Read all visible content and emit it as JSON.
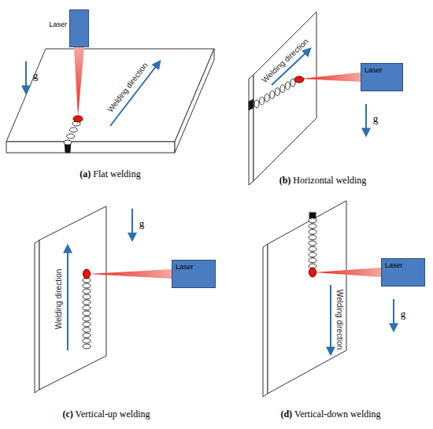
{
  "diagram": {
    "nodes": [
      {
        "text": [
          "Laser"
        ]
      },
      {
        "text": [
          "Laser"
        ]
      },
      {
        "text": [
          "Laser"
        ]
      },
      {
        "text": [
          "Laser"
        ]
      }
    ],
    "labels": [
      "Welding direction",
      "g",
      "Welding direction",
      "g",
      "Welding direction",
      "g",
      "Welding direction",
      "g",
      "(a) Flat welding",
      "(b) Horizontal welding",
      "(c) Vertical-up welding",
      "(d) Vertical-down welding"
    ]
  }
}
